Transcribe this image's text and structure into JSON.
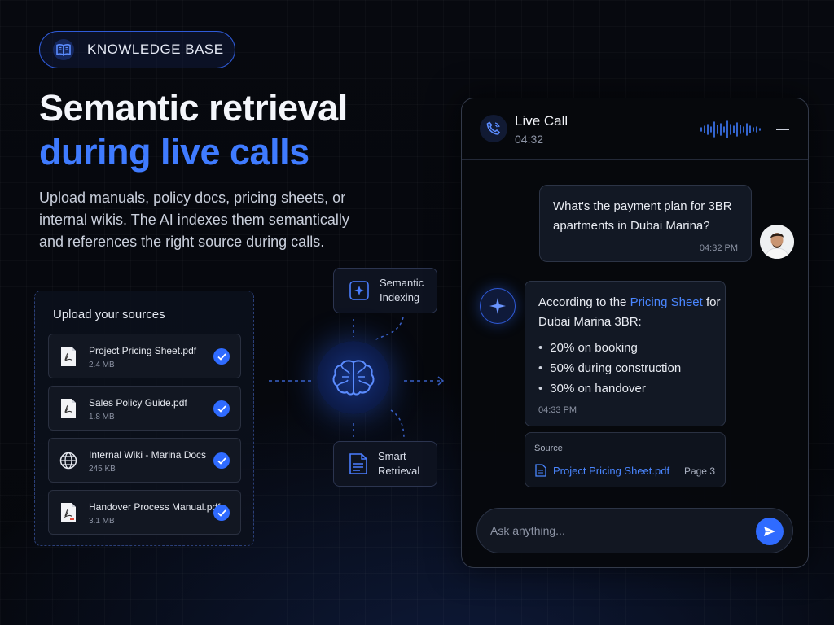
{
  "badge": {
    "label": "KNOWLEDGE BASE",
    "icon": "book-open-icon"
  },
  "hero": {
    "title_line1": "Semantic retrieval",
    "title_line2": "during live calls",
    "description": "Upload manuals, policy docs, pricing sheets, or internal wikis. The AI indexes them semantically and references the right source during calls."
  },
  "sources": {
    "title": "Upload your sources",
    "files": [
      {
        "name": "Project Pricing Sheet.pdf",
        "size": "2.4 MB",
        "icon": "pdf-icon"
      },
      {
        "name": "Sales Policy Guide.pdf",
        "size": "1.8 MB",
        "icon": "pdf-icon"
      },
      {
        "name": "Internal Wiki - Marina Docs",
        "size": "245 KB",
        "icon": "globe-icon"
      },
      {
        "name": "Handover Process Manual.pdf",
        "size": "3.1 MB",
        "icon": "pdf-icon"
      }
    ]
  },
  "flow": {
    "indexing_line1": "Semantic",
    "indexing_line2": "Indexing",
    "retrieval_line1": "Smart",
    "retrieval_line2": "Retrieval"
  },
  "call": {
    "title": "Live Call",
    "duration": "04:32",
    "user_message": "What's the payment plan for 3BR apartments in Dubai Marina?",
    "user_time": "04:32 PM",
    "ai_lead_before": "According to the ",
    "ai_lead_highlight": "Pricing Sheet",
    "ai_lead_after": " for Dubai Marina 3BR:",
    "ai_bullets": [
      "20% on booking",
      "50% during construction",
      "30% on handover"
    ],
    "ai_time": "04:33 PM",
    "source_label": "Source",
    "source_file": "Project Pricing Sheet.pdf",
    "source_page": "Page 3",
    "input_placeholder": "Ask anything..."
  },
  "colors": {
    "accent": "#2f6bff",
    "highlight": "#4a86ff",
    "title_blue": "#3f7bff"
  }
}
